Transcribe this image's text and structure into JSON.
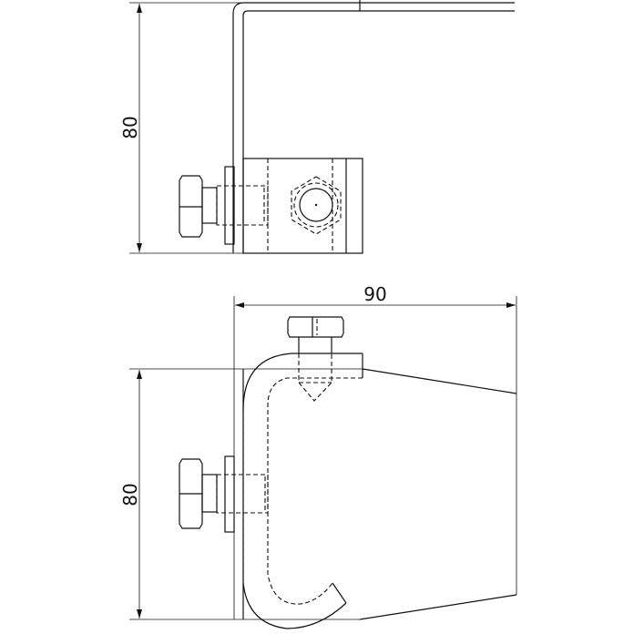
{
  "drawing": {
    "top_view": {
      "height_dimension": "80"
    },
    "bottom_view": {
      "width_dimension": "90",
      "height_dimension": "80"
    }
  }
}
